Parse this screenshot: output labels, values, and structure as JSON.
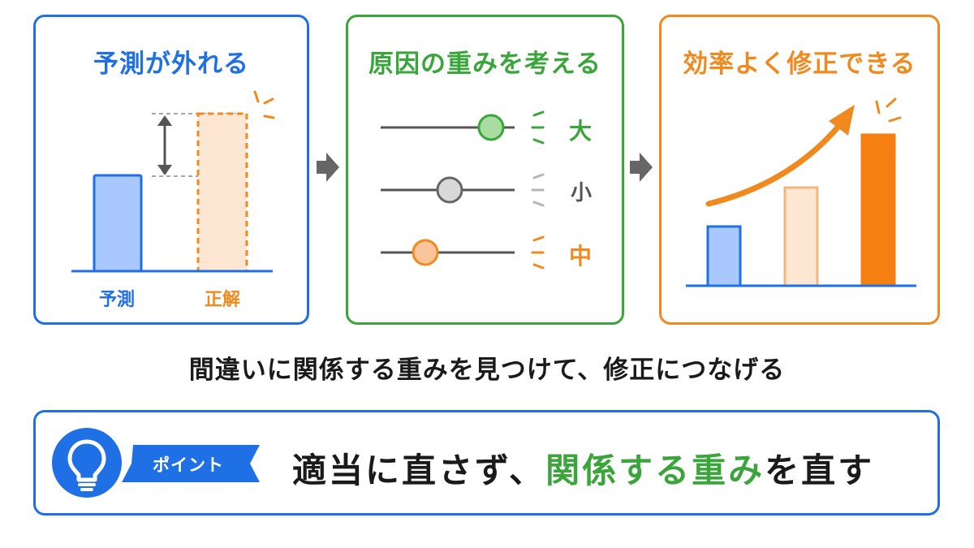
{
  "panels": [
    {
      "title": "予測が外れる",
      "labels": [
        "予測",
        "正解"
      ]
    },
    {
      "title": "原因の重みを考える",
      "levels": [
        "大",
        "小",
        "中"
      ]
    },
    {
      "title": "効率よく修正できる"
    }
  ],
  "caption": "間違いに関係する重みを見つけて、修正につなげる",
  "point": {
    "tag": "ポイント",
    "message_before": "適当に直さず、",
    "message_highlight": "関係する重み",
    "message_after": "を直す"
  },
  "colors": {
    "blue": "#1f6fe5",
    "green": "#3aa53a",
    "orange": "#f08a1f",
    "gray": "#666666"
  },
  "icons": [
    "lightbulb-icon",
    "arrow-right-icon",
    "trend-arrow-icon",
    "spark-icon"
  ]
}
